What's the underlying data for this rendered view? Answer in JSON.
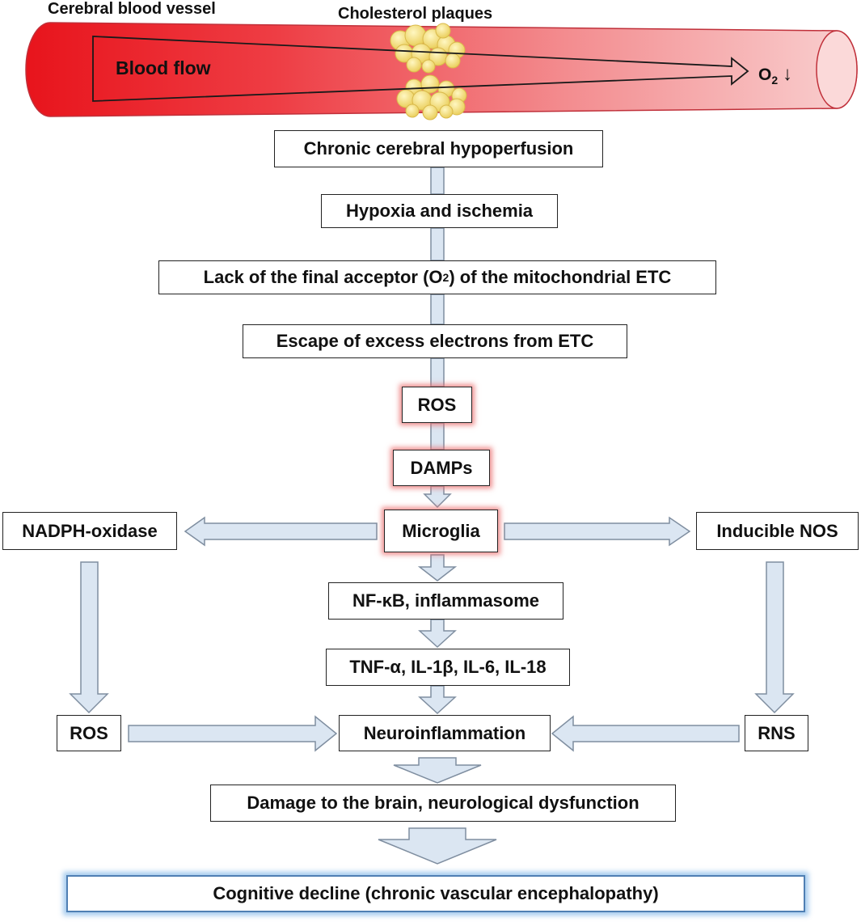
{
  "vessel": {
    "title": "Cerebral blood vessel",
    "plaques_label": "Cholesterol plaques",
    "flow_label": "Blood flow",
    "oxygen_label": {
      "base": "O",
      "sub": "2",
      "arrow": "↓"
    }
  },
  "chain": {
    "hypoperfusion": "Chronic cerebral hypoperfusion",
    "hypoxia": "Hypoxia and ischemia",
    "lack_acceptor": {
      "before": "Lack of the final acceptor (O",
      "sub": "2",
      "after": ") of the mitochondrial ETC"
    },
    "escape": "Escape of excess electrons from ETC",
    "ros_center": "ROS",
    "damps": "DAMPs",
    "microglia": "Microglia",
    "nfkb": "NF-κB, inflammasome",
    "cytokines": "TNF-α, IL-1β, IL-6, IL-18",
    "neuroinflammation": "Neuroinflammation",
    "damage": "Damage to the brain, neurological dysfunction",
    "cognitive": "Cognitive decline (chronic vascular encephalopathy)"
  },
  "left_branch": {
    "enzyme": "NADPH-oxidase",
    "product": "ROS"
  },
  "right_branch": {
    "enzyme": "Inducible NOS",
    "product": "RNS"
  },
  "colors": {
    "vessel_red": "#e8141c",
    "vessel_pale": "#f7c4c4",
    "plaque": "#f5e27a",
    "arrow_fill": "#dbe6f2",
    "arrow_stroke": "#7f8ea0",
    "highlight_glow": "#eb6e6e",
    "final_glow": "#96c3eb"
  }
}
